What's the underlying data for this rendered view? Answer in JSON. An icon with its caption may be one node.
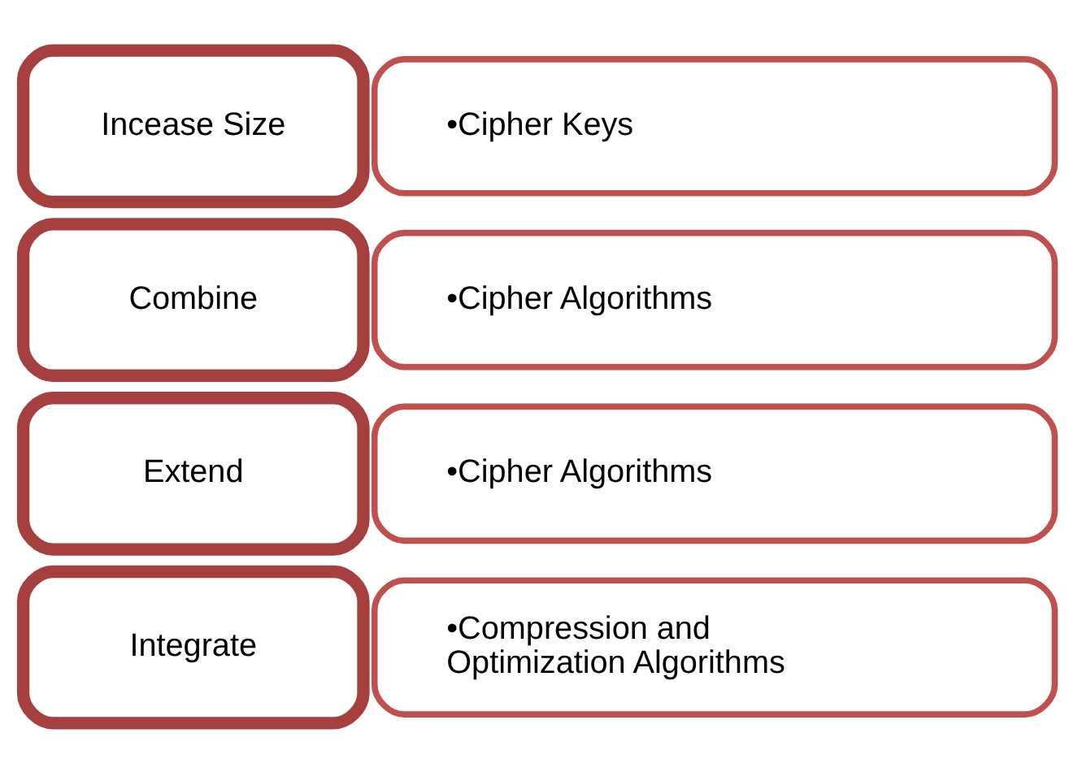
{
  "diagram": {
    "nodes": [
      {
        "text": [
          "Incease Size"
        ]
      },
      {
        "text": [
          "•Cipher Keys"
        ]
      },
      {
        "text": [
          "Combine"
        ]
      },
      {
        "text": [
          "•Cipher Algorithms"
        ]
      },
      {
        "text": [
          "Extend"
        ]
      },
      {
        "text": [
          "•Cipher Algorithms"
        ]
      },
      {
        "text": [
          "Integrate"
        ]
      },
      {
        "text": [
          "•Compression and Optimization Algorithms"
        ]
      }
    ]
  }
}
